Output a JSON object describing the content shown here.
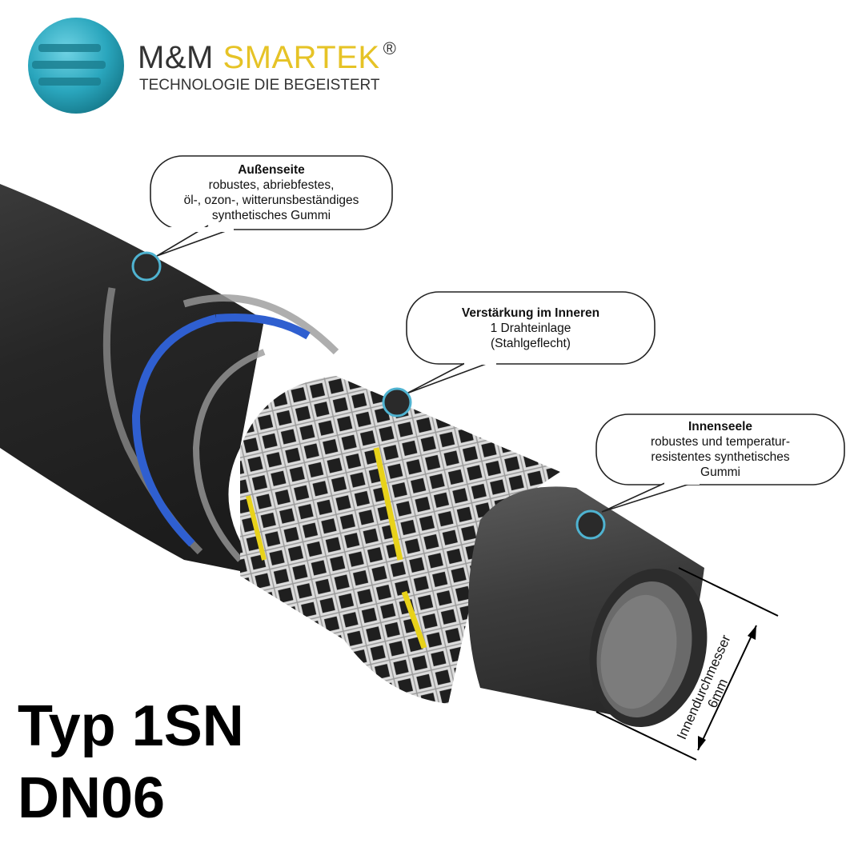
{
  "logo": {
    "brand_part1": "M&M ",
    "brand_part2": "SMARTEK",
    "registered": "®",
    "tagline": "TECHNOLOGIE DIE BEGEISTERT",
    "colors": {
      "teal": "#2aa6bd",
      "yellow": "#e6c326",
      "dark": "#333333"
    }
  },
  "callouts": {
    "outer": {
      "title": "Außenseite",
      "line1": "robustes, abriebfestes,",
      "line2": "öl-, ozon-, witterunsbeständiges",
      "line3": "synthetisches Gummi"
    },
    "reinforcement": {
      "title": "Verstärkung im Inneren",
      "line1": "1 Drahteinlage",
      "line2": "(Stahlgeflecht)"
    },
    "inner": {
      "title": "Innenseele",
      "line1": "robustes und temperatur-",
      "line2": "resistentes synthetisches",
      "line3": "Gummi"
    }
  },
  "dimension": {
    "label": "Innendurchmesser",
    "value": "6mm"
  },
  "type_label": "Typ 1SN",
  "size_label": "DN06",
  "colors": {
    "marker_ring": "#4fb3d1",
    "blue_ring": "#2f5fd0",
    "hose": "#2c2c2c",
    "braid": "#d9d9d9",
    "tracer": "#e8d21a"
  }
}
